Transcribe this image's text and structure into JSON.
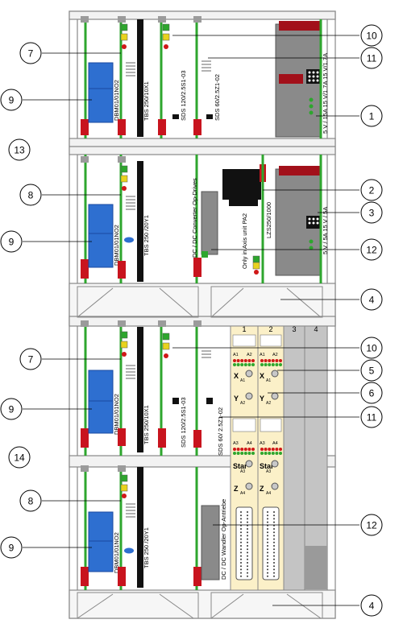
{
  "callouts": [
    {
      "id": "c10a",
      "label": "10"
    },
    {
      "id": "c7a",
      "label": "7"
    },
    {
      "id": "c11a",
      "label": "11"
    },
    {
      "id": "c9a",
      "label": "9"
    },
    {
      "id": "c1",
      "label": "1"
    },
    {
      "id": "c13",
      "label": "13"
    },
    {
      "id": "c8a",
      "label": "8"
    },
    {
      "id": "c2",
      "label": "2"
    },
    {
      "id": "c3",
      "label": "3"
    },
    {
      "id": "c9b",
      "label": "9"
    },
    {
      "id": "c12a",
      "label": "12"
    },
    {
      "id": "c4a",
      "label": "4"
    },
    {
      "id": "c10b",
      "label": "10"
    },
    {
      "id": "c7b",
      "label": "7"
    },
    {
      "id": "c5",
      "label": "5"
    },
    {
      "id": "c6",
      "label": "6"
    },
    {
      "id": "c9c",
      "label": "9"
    },
    {
      "id": "c11b",
      "label": "11"
    },
    {
      "id": "c14",
      "label": "14"
    },
    {
      "id": "c8b",
      "label": "8"
    },
    {
      "id": "c12b",
      "label": "12"
    },
    {
      "id": "c9d",
      "label": "9"
    },
    {
      "id": "c4b",
      "label": "4"
    }
  ],
  "modules": {
    "dbm_1": "DBM01/01NO2",
    "dbm_2": "DBM01/01NO2",
    "dbm_3": "DBM01/01NO2",
    "dbm_4": "DBM01/01NO2",
    "tbs_1": "TBS 250/10X1",
    "tbs_2": "TBS 250 /20Y1",
    "tbs_3": "TBS 250/10X1",
    "tbs_4": "TBS 250 /20Y1",
    "sds_a1": "SDS 120/2.5S1-03",
    "sds_b1": "SDS 60/2.5Z1-02",
    "sds_a2": "SDS 120/2.5S1-03",
    "sds_b2": "SDS 60/ 2.5Z1-02",
    "psu_1": "5 V / 15A 15 V/1.7A 15 V/1.7A",
    "psu_2": "5 V / 5A 15 V / 5A",
    "dcdc_1": "DC / DC Converter Op-Drives",
    "dcdc_2": "DC / DC Wandler Op-Antriebe",
    "axis_text": "Only in Axis unit PA2",
    "lzs": "LZS250/1000"
  },
  "slots": [
    "1",
    "2",
    "3",
    "4"
  ],
  "panel": {
    "a1": "A1",
    "a2": "A2",
    "a3": "A3",
    "a4": "A4",
    "x": "X",
    "y": "Y",
    "z": "Z",
    "star": "Star",
    "x_sub": "A1",
    "y_sub": "A2",
    "z_sub": "A4",
    "star_sub": "A3"
  }
}
